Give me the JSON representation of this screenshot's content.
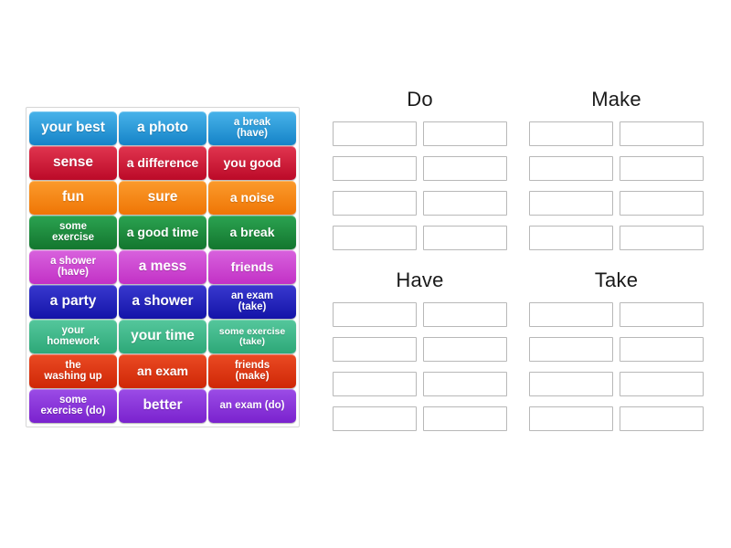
{
  "activity": {
    "type": "group-sort",
    "colors": {
      "row_blue": "#2196d9",
      "row_crimson": "#cc1133",
      "row_orange": "#f58410",
      "row_green": "#1e8b3a",
      "row_magenta": "#cc44cc",
      "row_navy": "#2222bb",
      "row_teal": "#3cb88a",
      "row_orangered": "#dd3311",
      "row_purple": "#8833dd",
      "slot_border": "#b8b8b8",
      "panel_border": "#d6d6d6",
      "title_text": "#1a1a1a",
      "tile_text": "#ffffff"
    }
  },
  "tile_bank": {
    "rows": [
      {
        "color_key": "row_blue",
        "grad_top": "#48b3ea",
        "grad_bottom": "#1583c7",
        "tiles": [
          {
            "text": "your best",
            "size": "s1"
          },
          {
            "text": "a photo",
            "size": "s1"
          },
          {
            "text": "a break\n(have)",
            "size": "s3"
          }
        ]
      },
      {
        "color_key": "row_crimson",
        "grad_top": "#e0354f",
        "grad_bottom": "#bc0a28",
        "tiles": [
          {
            "text": "sense",
            "size": "s1"
          },
          {
            "text": "a difference",
            "size": "s2"
          },
          {
            "text": "you good",
            "size": "s2"
          }
        ]
      },
      {
        "color_key": "row_orange",
        "grad_top": "#fb9b2c",
        "grad_bottom": "#ef7505",
        "tiles": [
          {
            "text": "fun",
            "size": "s1"
          },
          {
            "text": "sure",
            "size": "s1"
          },
          {
            "text": "a noise",
            "size": "s2"
          }
        ]
      },
      {
        "color_key": "row_green",
        "grad_top": "#2ba351",
        "grad_bottom": "#13762e",
        "tiles": [
          {
            "text": "some\nexercise",
            "size": "s3"
          },
          {
            "text": "a good time",
            "size": "s2"
          },
          {
            "text": "a break",
            "size": "s2"
          }
        ]
      },
      {
        "color_key": "row_magenta",
        "grad_top": "#d862dd",
        "grad_bottom": "#c231c6",
        "tiles": [
          {
            "text": "a shower\n(have)",
            "size": "s3"
          },
          {
            "text": "a mess",
            "size": "s1"
          },
          {
            "text": "friends",
            "size": "s2"
          }
        ]
      },
      {
        "color_key": "row_navy",
        "grad_top": "#3939cf",
        "grad_bottom": "#1414a8",
        "tiles": [
          {
            "text": "a party",
            "size": "s1"
          },
          {
            "text": "a shower",
            "size": "s1"
          },
          {
            "text": "an exam\n(take)",
            "size": "s3"
          }
        ]
      },
      {
        "color_key": "row_teal",
        "grad_top": "#55c79c",
        "grad_bottom": "#2da878",
        "tiles": [
          {
            "text": "your\nhomework",
            "size": "s3"
          },
          {
            "text": "your time",
            "size": "s1"
          },
          {
            "text": "some exercise\n(take)",
            "size": "s4"
          }
        ]
      },
      {
        "color_key": "row_orangered",
        "grad_top": "#ea4a23",
        "grad_bottom": "#cf2706",
        "tiles": [
          {
            "text": "the\nwashing up",
            "size": "s3"
          },
          {
            "text": "an exam",
            "size": "s2"
          },
          {
            "text": "friends\n(make)",
            "size": "s3"
          }
        ]
      },
      {
        "color_key": "row_purple",
        "grad_top": "#9b4ce6",
        "grad_bottom": "#7a22ce",
        "tiles": [
          {
            "text": "some\nexercise (do)",
            "size": "s3"
          },
          {
            "text": "better",
            "size": "s1"
          },
          {
            "text": "an exam (do)",
            "size": "s3"
          }
        ]
      }
    ]
  },
  "categories": [
    {
      "title": "Do",
      "slot_rows": 4,
      "slots_per_row": 2,
      "slots": [
        "",
        "",
        "",
        "",
        "",
        "",
        "",
        ""
      ]
    },
    {
      "title": "Make",
      "slot_rows": 4,
      "slots_per_row": 2,
      "slots": [
        "",
        "",
        "",
        "",
        "",
        "",
        "",
        ""
      ]
    },
    {
      "title": "Have",
      "slot_rows": 4,
      "slots_per_row": 2,
      "slots": [
        "",
        "",
        "",
        "",
        "",
        "",
        "",
        ""
      ]
    },
    {
      "title": "Take",
      "slot_rows": 4,
      "slots_per_row": 2,
      "slots": [
        "",
        "",
        "",
        "",
        "",
        "",
        "",
        ""
      ]
    }
  ]
}
